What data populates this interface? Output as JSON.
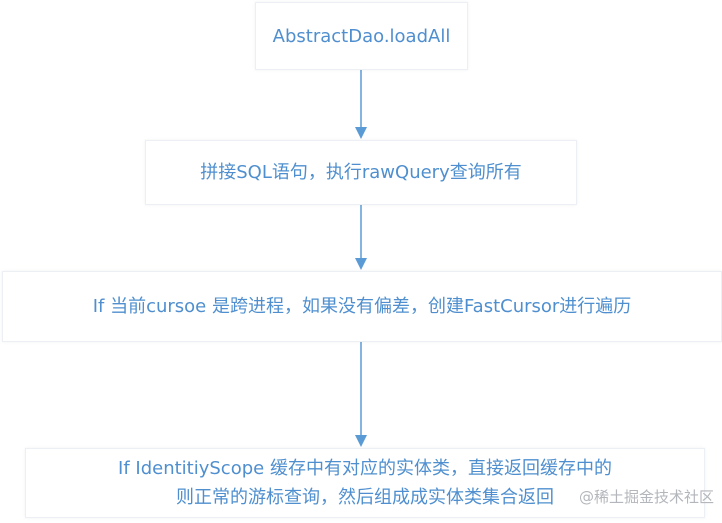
{
  "steps": [
    {
      "text": "AbstractDao.loadAll"
    },
    {
      "text": "拼接SQL语句，执行rawQuery查询所有"
    },
    {
      "text": "If 当前cursoe 是跨进程，如果没有偏差，创建FastCursor进行遍历"
    },
    {
      "line1": "If IdentitiyScope 缓存中有对应的实体类，直接返回缓存中的",
      "line2": "则正常的游标查询，然后组成成实体类集合返回"
    }
  ],
  "watermark": "@稀土掘金技术社区",
  "colors": {
    "text": "#4f8fcf",
    "arrow": "#5b9bd5"
  }
}
